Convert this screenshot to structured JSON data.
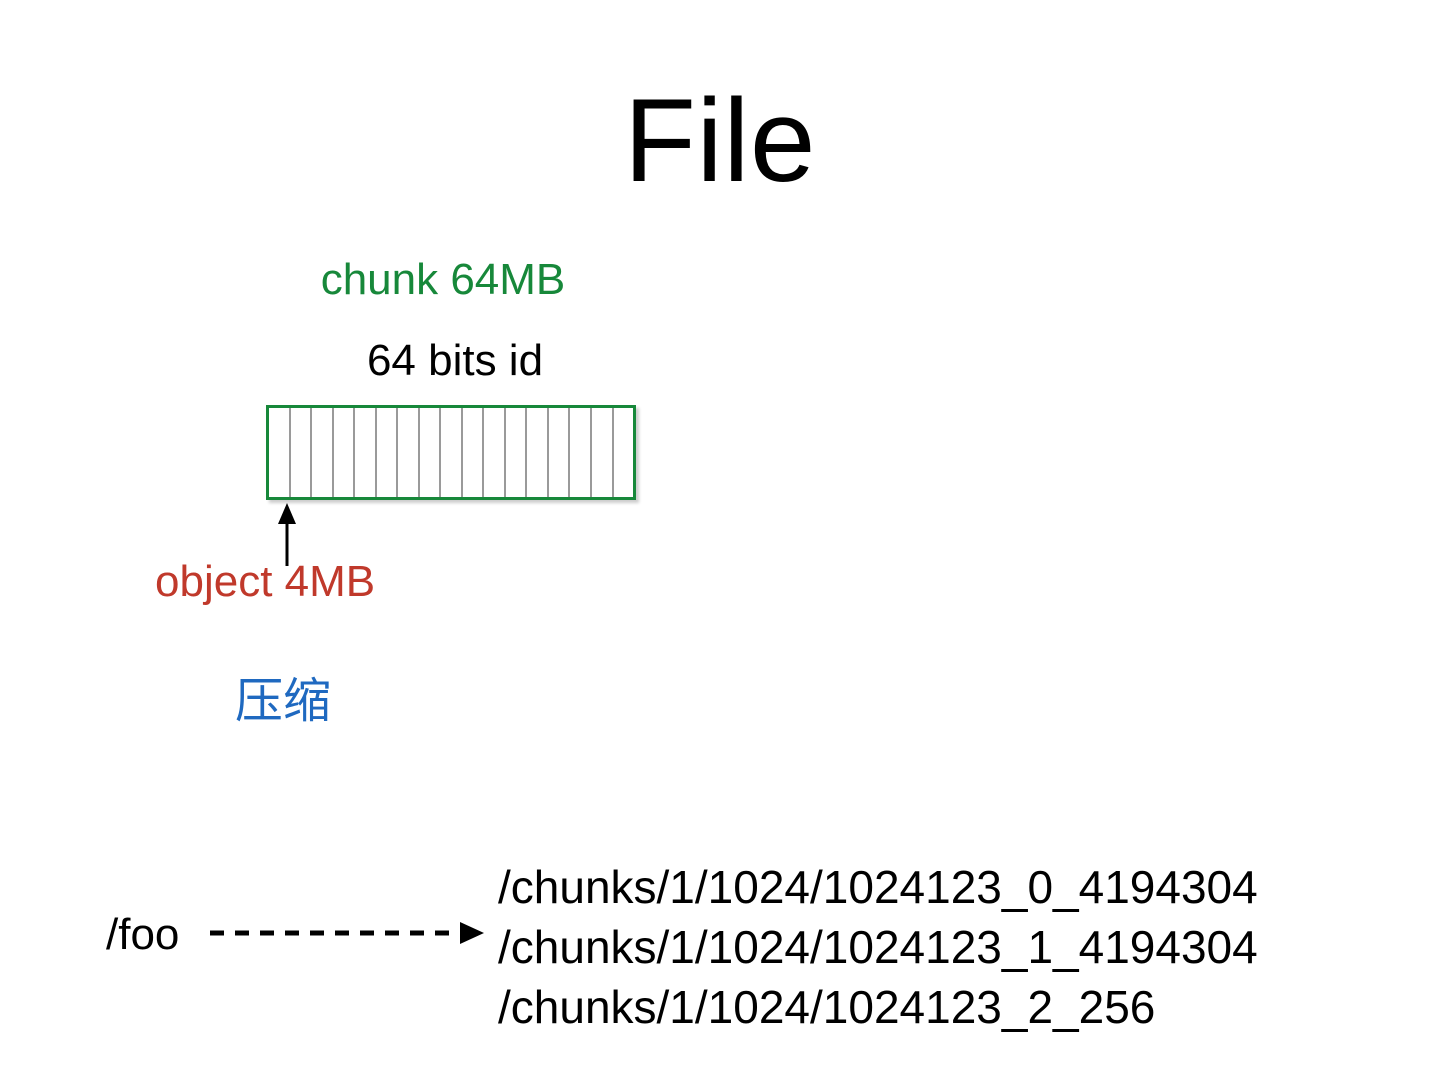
{
  "slide": {
    "title": "File",
    "background_color": "#ffffff"
  },
  "colors": {
    "chunk_green": "#17883a",
    "object_red": "#c0392b",
    "compress_blue": "#1f69c0",
    "text_black": "#000000",
    "divider_gray": "#9a9a9a"
  },
  "diagram": {
    "chunk_label": "chunk 64MB",
    "id_label": "64 bits id",
    "object_label": "object 4MB",
    "compress_label": "压缩",
    "chunk_cell_count": 17,
    "up_arrow": "arrow-up-icon",
    "dashed_arrow": "dashed-arrow-right-icon"
  },
  "mapping": {
    "source_path": "/foo",
    "target_paths": [
      "/chunks/1/1024/1024123_0_4194304",
      "/chunks/1/1024/1024123_1_4194304",
      "/chunks/1/1024/1024123_2_256"
    ]
  }
}
